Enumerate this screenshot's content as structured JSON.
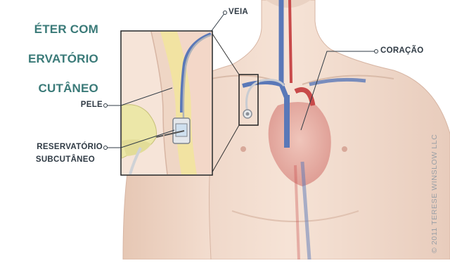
{
  "title": {
    "line1": "ÉTER COM",
    "line2": "ERVATÓRIO",
    "line3": "CUTÂNEO"
  },
  "labels": {
    "vein": "VEIA",
    "heart": "CORAÇÃO",
    "skin": "PELE",
    "reservoir_line1": "RESERVATÓRIO",
    "reservoir_line2": "SUBCUTÂNEO"
  },
  "credit": "© 2011 TERESE WINSLOW LLC",
  "colors": {
    "title": "#3a7a78",
    "skin": "#f0d8c8",
    "vein": "#5a78b8",
    "artery": "#c84a4a",
    "heart": "#e2a8a0",
    "fat": "#f2e3a2",
    "leader": "#2f3a44"
  }
}
